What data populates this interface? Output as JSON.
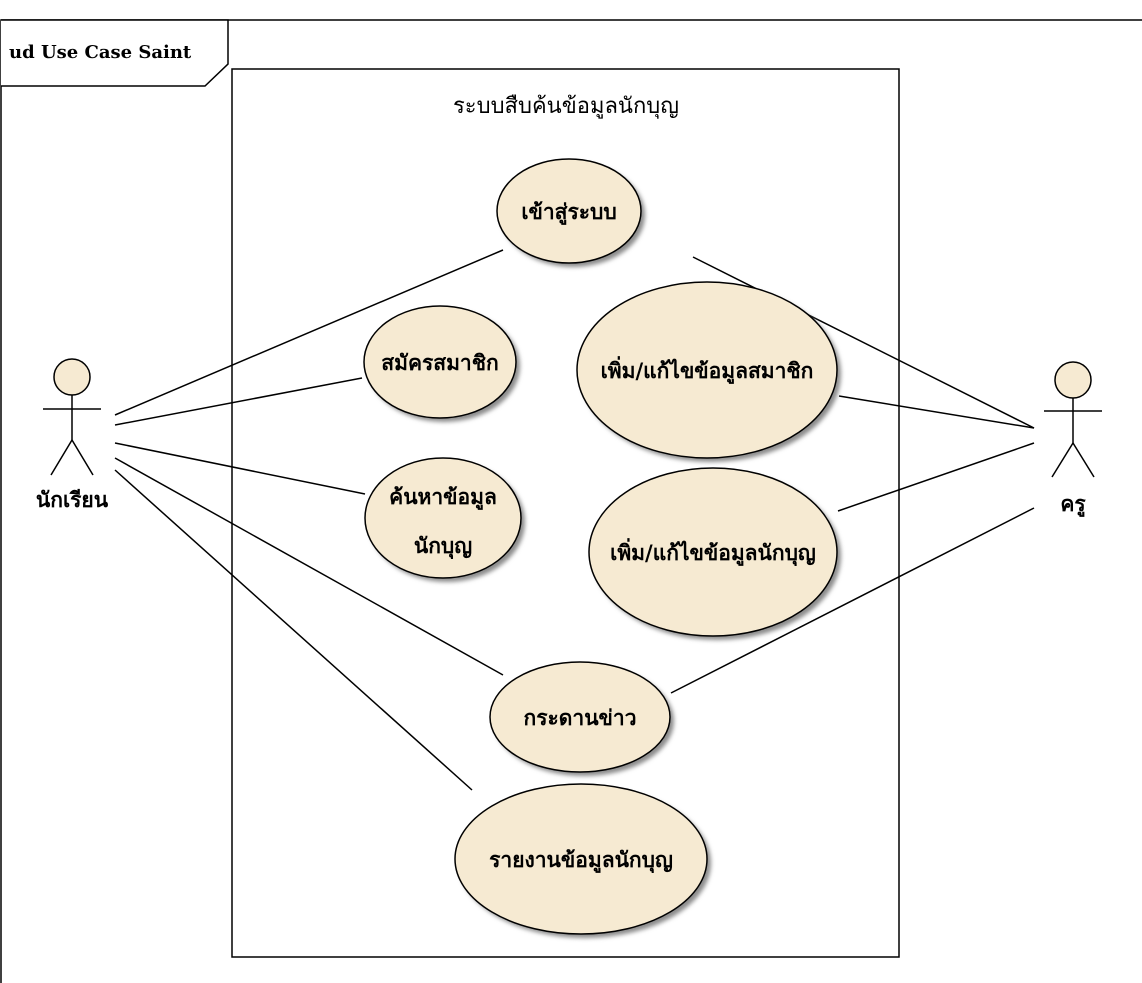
{
  "diagram": {
    "frame_label": "ud Use Case Saint",
    "system_title": "ระบบสืบค้นข้อมูลนักบุญ",
    "actors": {
      "student": "นักเรียน",
      "teacher": "ครู"
    },
    "use_cases": {
      "login": "เข้าสู่ระบบ",
      "register": "สมัครสมาชิก",
      "edit_member": "เพิ่ม/แก้ไขข้อมูลสมาชิก",
      "search_line1": "ค้นหาข้อมูล",
      "search_line2": "นักบุญ",
      "edit_saint": "เพิ่ม/แก้ไขข้อมูลนักบุญ",
      "news": "กระดานข่าว",
      "report": "รายงานข้อมูลนักบุญ"
    },
    "colors": {
      "use_case_fill": "#f6ead2",
      "actor_fill": "#f6ead2",
      "shadow": "#8c8c8c",
      "line": "#000000"
    }
  }
}
